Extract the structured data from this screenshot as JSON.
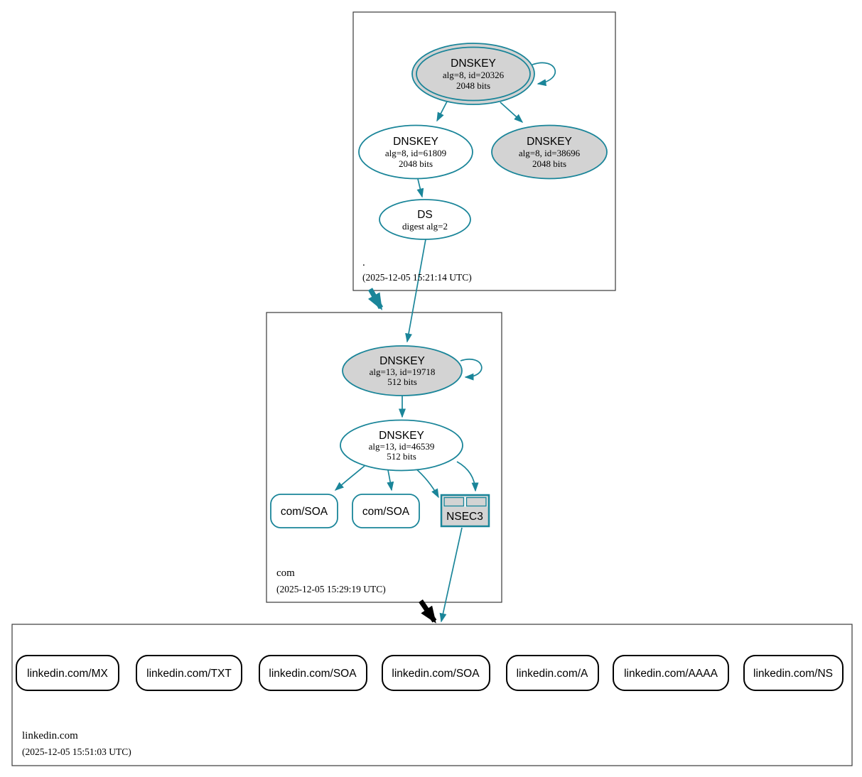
{
  "colors": {
    "secure_teal": "#1a8599",
    "node_fill_gray": "#d3d3d3",
    "node_fill_white": "#ffffff",
    "insecure_black": "#000000",
    "zone_box_border": "#3a3a3a"
  },
  "zones": {
    "root": {
      "name": ".",
      "timestamp": "(2025-12-05 15:21:14 UTC)",
      "nodes": {
        "ksk": {
          "title": "DNSKEY",
          "meta1": "alg=8, id=20326",
          "meta2": "2048 bits"
        },
        "zsk": {
          "title": "DNSKEY",
          "meta1": "alg=8, id=61809",
          "meta2": "2048 bits"
        },
        "key38696": {
          "title": "DNSKEY",
          "meta1": "alg=8, id=38696",
          "meta2": "2048 bits"
        },
        "ds": {
          "title": "DS",
          "meta1": "digest alg=2"
        }
      }
    },
    "com": {
      "name": "com",
      "timestamp": "(2025-12-05 15:29:19 UTC)",
      "nodes": {
        "ksk": {
          "title": "DNSKEY",
          "meta1": "alg=13, id=19718",
          "meta2": "512 bits"
        },
        "zsk": {
          "title": "DNSKEY",
          "meta1": "alg=13, id=46539",
          "meta2": "512 bits"
        },
        "soa1": {
          "label": "com/SOA"
        },
        "soa2": {
          "label": "com/SOA"
        },
        "nsec3": {
          "label": "NSEC3"
        }
      }
    },
    "linkedin": {
      "name": "linkedin.com",
      "timestamp": "(2025-12-05 15:51:03 UTC)",
      "rrsets": [
        {
          "label": "linkedin.com/MX"
        },
        {
          "label": "linkedin.com/TXT"
        },
        {
          "label": "linkedin.com/SOA"
        },
        {
          "label": "linkedin.com/SOA"
        },
        {
          "label": "linkedin.com/A"
        },
        {
          "label": "linkedin.com/AAAA"
        },
        {
          "label": "linkedin.com/NS"
        }
      ]
    }
  }
}
